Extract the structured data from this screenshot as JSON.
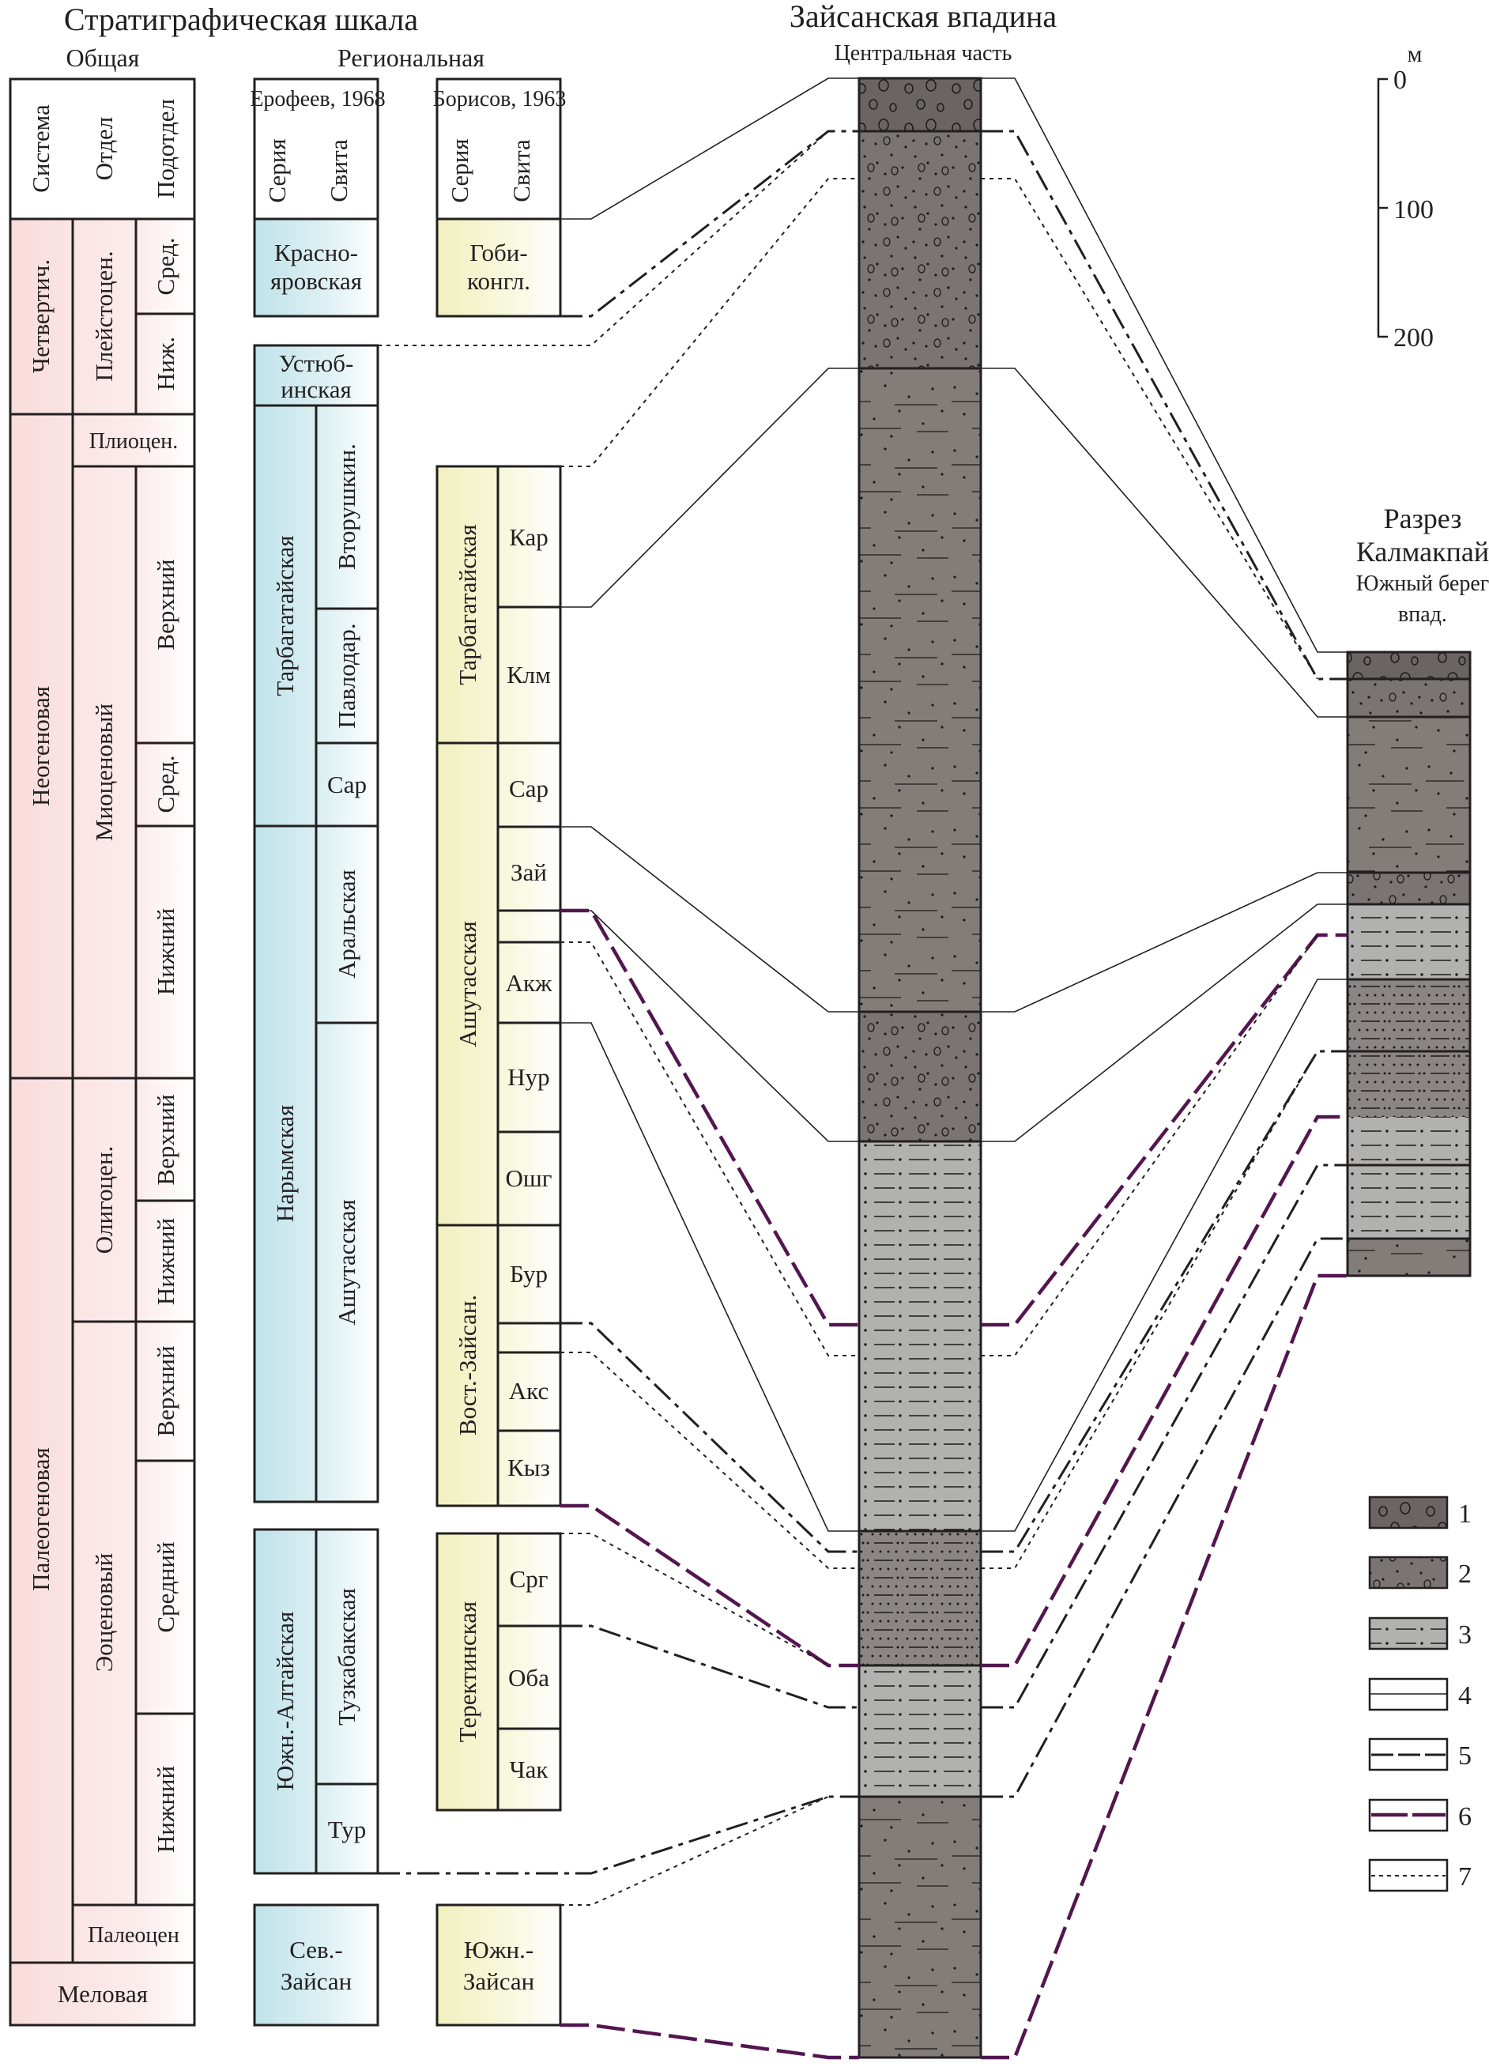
{
  "titles": {
    "strat_scale": "Стратиграфическая шкала",
    "general": "Общая",
    "regional": "Региональная",
    "erofeev": "Ерофеев, 1968",
    "borisov": "Борисов, 1963",
    "basin": "Зайсанская впадина",
    "basin_sub": "Центральная часть",
    "kalmakpai_1": "Разрез",
    "kalmakpai_2": "Калмакпай",
    "kalmakpai_3": "Южный берег",
    "kalmakpai_4": "впад."
  },
  "general_header": [
    "Система",
    "Отдел",
    "Подотдел"
  ],
  "general_scale": {
    "systems": [
      "Четвертич.",
      "Неогеновая",
      "Палеогеновая",
      "Меловая"
    ],
    "series": [
      "Плейстоцен.",
      "Плиоцен.",
      "Миоценовый",
      "Олигоцен.",
      "Эоценовый",
      "Палеоцен"
    ],
    "subseries": [
      "Сред.",
      "Ниж.",
      "Верхний",
      "Сред.",
      "Нижний",
      "Верхний",
      "Нижний",
      "Верхний",
      "Средний",
      "Нижний"
    ]
  },
  "regional_header": [
    "Серия",
    "Свита"
  ],
  "erofeev_units": {
    "krasnoyarovskaya": "Красно-|яровская",
    "ustyubinskaya": "Устюб-|инская",
    "tarbagatai": "Тарбагатайская",
    "vtorushkin": "Вторушкин.",
    "pavlodar": "Павлодар.",
    "sar": "Сар",
    "narym": "Нарымская",
    "aral": "Аральская",
    "ashutas": "Ашутасская",
    "yuzh_alt": "Южн.-Алтайская",
    "tuzkabak": "Тузкабакская",
    "tur": "Тур",
    "sev_zaisan": "Сев.-|Зайсан"
  },
  "borisov_units": {
    "gobi": "Гоби-|конгл.",
    "tarbagatai": "Тарбагатайская",
    "kar": "Кар",
    "klm": "Клм",
    "ashutas": "Ашутасская",
    "sar": "Сар",
    "zai": "Зай",
    "akzh": "Акж",
    "nur": "Нур",
    "oshg": "Ошг",
    "vost_zaisan": "Вост.-Зайсан.",
    "bur": "Бур",
    "aks": "Акс",
    "kyz": "Кыз",
    "terekta": "Теректинская",
    "srg": "Срг",
    "oba": "Оба",
    "chak": "Чак",
    "yuzh_zaisan": "Южн.-|Зайсан"
  },
  "scale_bar": {
    "unit": "м",
    "ticks": [
      "0",
      "100",
      "200"
    ]
  },
  "legend": [
    {
      "id": "1",
      "label": "1",
      "kind": "conglomerate"
    },
    {
      "id": "2",
      "label": "2",
      "kind": "gravel-sandstone"
    },
    {
      "id": "3",
      "label": "3",
      "kind": "siltstone-clay"
    },
    {
      "id": "4",
      "label": "4",
      "kind": "thin-solid-line"
    },
    {
      "id": "5",
      "label": "5",
      "kind": "dash-dot-line"
    },
    {
      "id": "6",
      "label": "6",
      "kind": "purple-dashed-line"
    },
    {
      "id": "7",
      "label": "7",
      "kind": "dotted-line"
    }
  ],
  "colors": {
    "erofeev_fill": "#bfe3ea",
    "borisov_fill": "#f1f0bd",
    "general_fill": "#f9dcdc",
    "conglomerate": "#6a6462",
    "sandstone": "#837d7a",
    "clay": "#b1b1af",
    "purple_line": "#53164f"
  }
}
